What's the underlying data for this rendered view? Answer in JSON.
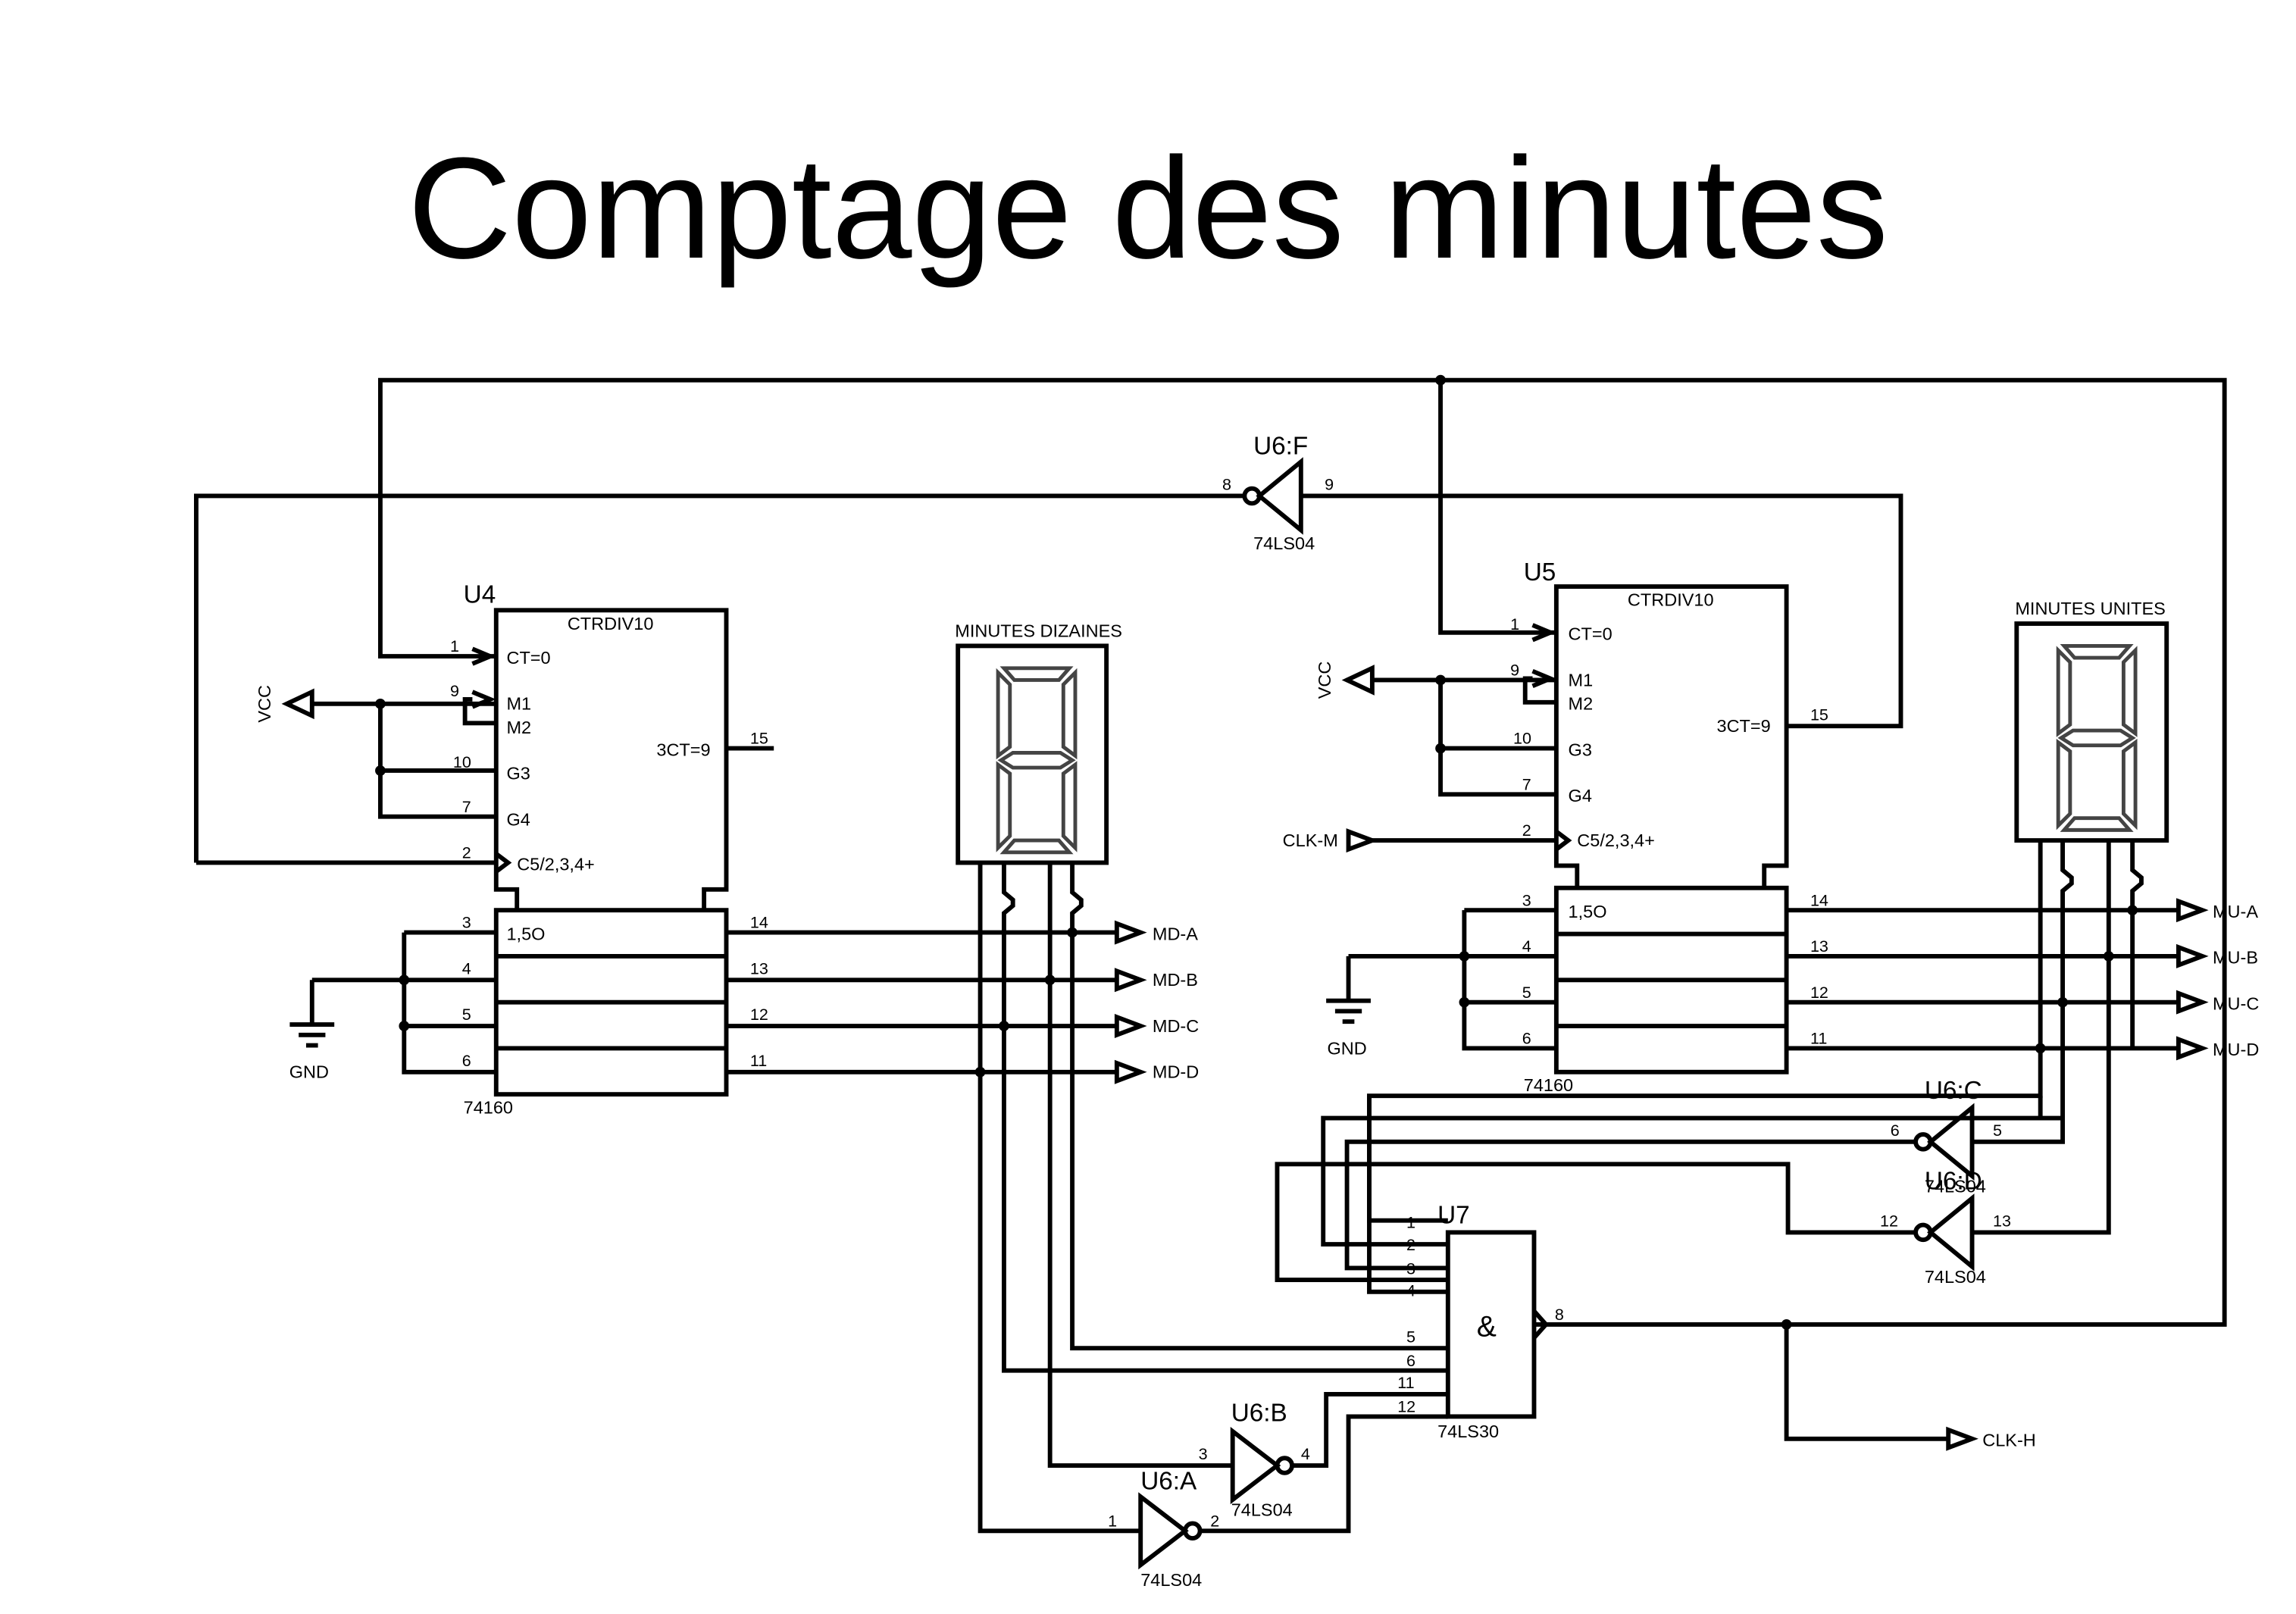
{
  "title": "Comptage des minutes",
  "components": {
    "u4": {
      "ref": "U4",
      "func": "CTRDIV10",
      "part": "74160",
      "pins": {
        "ct0": "1",
        "m": "9",
        "g3": "10",
        "g4": "7",
        "clk": "2",
        "tc": "15",
        "q1": "3",
        "q2": "4",
        "q3": "5",
        "q4": "6",
        "o1": "14",
        "o2": "13",
        "o3": "12",
        "o4": "11"
      },
      "labels": {
        "ct0": "CT=0",
        "m1": "M1",
        "m2": "M2",
        "g3": "G3",
        "g4": "G4",
        "clk": "C5/2,3,4+",
        "tc": "3CT=9",
        "q": "1,5O"
      }
    },
    "u5": {
      "ref": "U5",
      "func": "CTRDIV10",
      "part": "74160",
      "pins": {
        "ct0": "1",
        "m": "9",
        "g3": "10",
        "g4": "7",
        "clk": "2",
        "tc": "15",
        "q1": "3",
        "q2": "4",
        "q3": "5",
        "q4": "6",
        "o1": "14",
        "o2": "13",
        "o3": "12",
        "o4": "11"
      },
      "labels": {
        "ct0": "CT=0",
        "m1": "M1",
        "m2": "M2",
        "g3": "G3",
        "g4": "G4",
        "clk": "C5/2,3,4+",
        "tc": "3CT=9",
        "q": "1,5O"
      }
    },
    "u7": {
      "ref": "U7",
      "part": "74LS30",
      "symbol": "&",
      "pins": [
        "1",
        "2",
        "3",
        "4",
        "5",
        "6",
        "11",
        "12"
      ],
      "out": "8"
    },
    "u6f": {
      "ref": "U6:F",
      "part": "74LS04",
      "in": "9",
      "out": "8"
    },
    "u6c": {
      "ref": "U6:C",
      "part": "74LS04",
      "in": "5",
      "out": "6"
    },
    "u6d": {
      "ref": "U6:D",
      "part": "74LS04",
      "in": "13",
      "out": "12"
    },
    "u6b": {
      "ref": "U6:B",
      "part": "74LS04",
      "in": "3",
      "out": "4"
    },
    "u6a": {
      "ref": "U6:A",
      "part": "74LS04",
      "in": "1",
      "out": "2"
    },
    "disp_diz": {
      "label": "MINUTES DIZAINES"
    },
    "disp_uni": {
      "label": "MINUTES UNITES"
    }
  },
  "nets": {
    "vcc": "VCC",
    "gnd": "GND",
    "clk_m": "CLK-M",
    "clk_h": "CLK-H",
    "md": [
      "MD-A",
      "MD-B",
      "MD-C",
      "MD-D"
    ],
    "mu": [
      "MU-A",
      "MU-B",
      "MU-C",
      "MU-D"
    ]
  }
}
